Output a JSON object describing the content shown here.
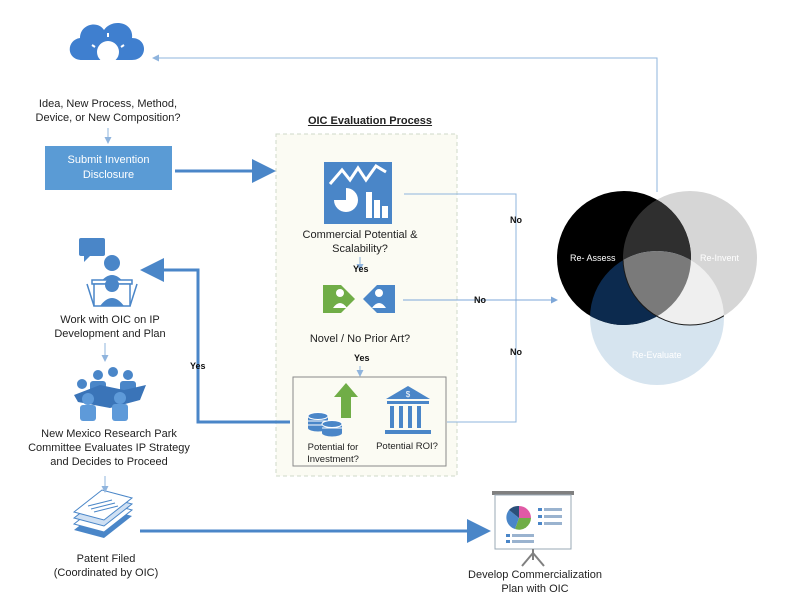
{
  "idea": {
    "label": "Idea, New Process, Method, Device, or New Composition?"
  },
  "submit": {
    "label": "Submit Invention Disclosure"
  },
  "work_oic": {
    "label": "Work with OIC on IP Development and Plan"
  },
  "committee": {
    "label": "New Mexico Research Park Committee Evaluates IP Strategy and Decides to Proceed"
  },
  "patent": {
    "line1": "Patent Filed",
    "line2": "(Coordinated by OIC)"
  },
  "develop": {
    "label": "Develop Commercialization Plan with OIC"
  },
  "evaluation": {
    "title": "OIC Evaluation Process",
    "commercial": "Commercial Potential & Scalability?",
    "novel": "Novel / No Prior Art?",
    "investment": "Potential for Investment?",
    "roi": "Potential ROI?"
  },
  "arrows": {
    "yes1": "Yes",
    "yes2": "Yes",
    "yes_left": "Yes",
    "no_top": "No",
    "no_mid": "No",
    "no_bottom": "No"
  },
  "venn": {
    "reassess": "Re- Assess",
    "reinvent": "Re-Invent",
    "reevaluate": "Re-Evaluate",
    "colors": {
      "reassess": "#000000",
      "reinvent": "#d6d6d6",
      "reevaluate": "#d6e4ef",
      "overlap_dark": "#0c2a4e"
    }
  },
  "colors": {
    "arrow": "#4a86c8",
    "thin_arrow": "#8fb4dd",
    "icon_blue": "#3f7fcf",
    "icon_green": "#70ad47"
  }
}
